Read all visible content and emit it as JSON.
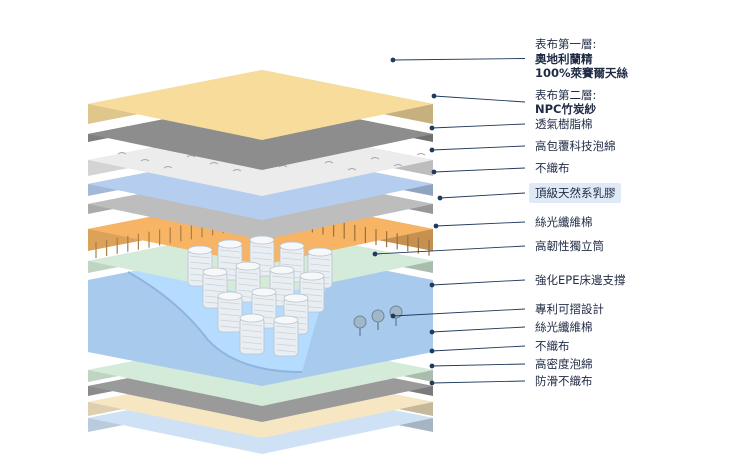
{
  "layers": [
    {
      "label_lines": [
        "表布第一層:",
        "奧地利蘭精",
        "100%萊賽爾天絲"
      ],
      "color": "#f8dc9c",
      "highlighted": false
    },
    {
      "label_lines": [
        "表布第二層:",
        "NPC竹炭紗"
      ],
      "color": "#8d8d8d",
      "highlighted": false
    },
    {
      "label_lines": [
        "透氣樹脂棉"
      ],
      "color": "#ececec",
      "highlighted": false
    },
    {
      "label_lines": [
        "高包覆科技泡綿"
      ],
      "color": "#b5cdef",
      "highlighted": false
    },
    {
      "label_lines": [
        "不織布"
      ],
      "color": "#bdbdbd",
      "highlighted": false
    },
    {
      "label_lines": [
        "頂級天然系乳膠"
      ],
      "color": "#f6b464",
      "highlighted": true
    },
    {
      "label_lines": [
        "絲光纖維棉"
      ],
      "color": "#d4ebd9",
      "highlighted": false
    },
    {
      "label_lines": [
        "高韌性獨立筒"
      ],
      "color": "#d8d8d8",
      "highlighted": false
    },
    {
      "label_lines": [
        "強化EPE床邊支撐"
      ],
      "color": "#a8cbed",
      "highlighted": false
    },
    {
      "label_lines": [
        "專利可摺設計"
      ],
      "color": "#9fb7c9",
      "highlighted": false
    },
    {
      "label_lines": [
        "絲光纖維棉"
      ],
      "color": "#d4ebd9",
      "highlighted": false
    },
    {
      "label_lines": [
        "不織布"
      ],
      "color": "#9a9a9a",
      "highlighted": false
    },
    {
      "label_lines": [
        "高密度泡綿"
      ],
      "color": "#f6e6c2",
      "highlighted": false
    },
    {
      "label_lines": [
        "防滑不織布"
      ],
      "color": "#cfe2f5",
      "highlighted": false
    }
  ],
  "colors": {
    "leader_line": "#1f3a5c",
    "highlight_box": "#dfeaf6",
    "label_text": "#1f2a44"
  }
}
